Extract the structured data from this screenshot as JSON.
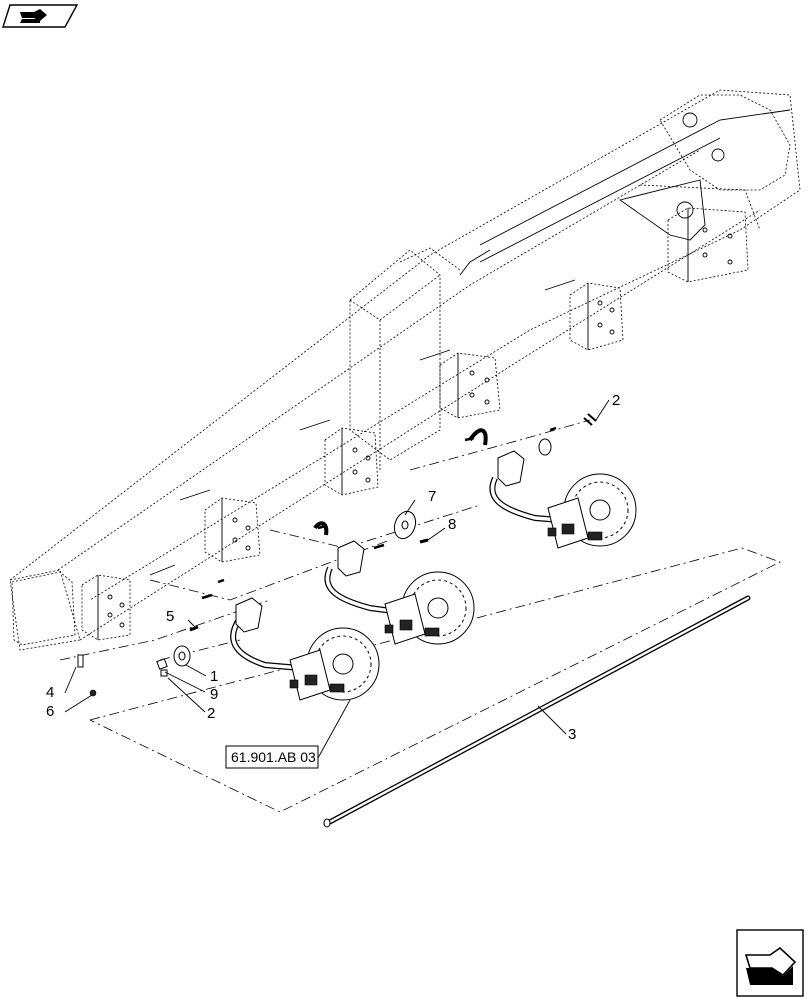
{
  "nav_icons": {
    "top_left": "book-back-icon",
    "bottom_right": "next-page-icon"
  },
  "callouts": [
    {
      "id": "c1",
      "label": "1"
    },
    {
      "id": "c2a",
      "label": "2"
    },
    {
      "id": "c2b",
      "label": "2"
    },
    {
      "id": "c3",
      "label": "3"
    },
    {
      "id": "c4",
      "label": "4"
    },
    {
      "id": "c5",
      "label": "5"
    },
    {
      "id": "c6",
      "label": "6"
    },
    {
      "id": "c7",
      "label": "7"
    },
    {
      "id": "c8",
      "label": "8"
    },
    {
      "id": "c9",
      "label": "9"
    }
  ],
  "reference_box": {
    "label": "61.901.AB 03"
  }
}
